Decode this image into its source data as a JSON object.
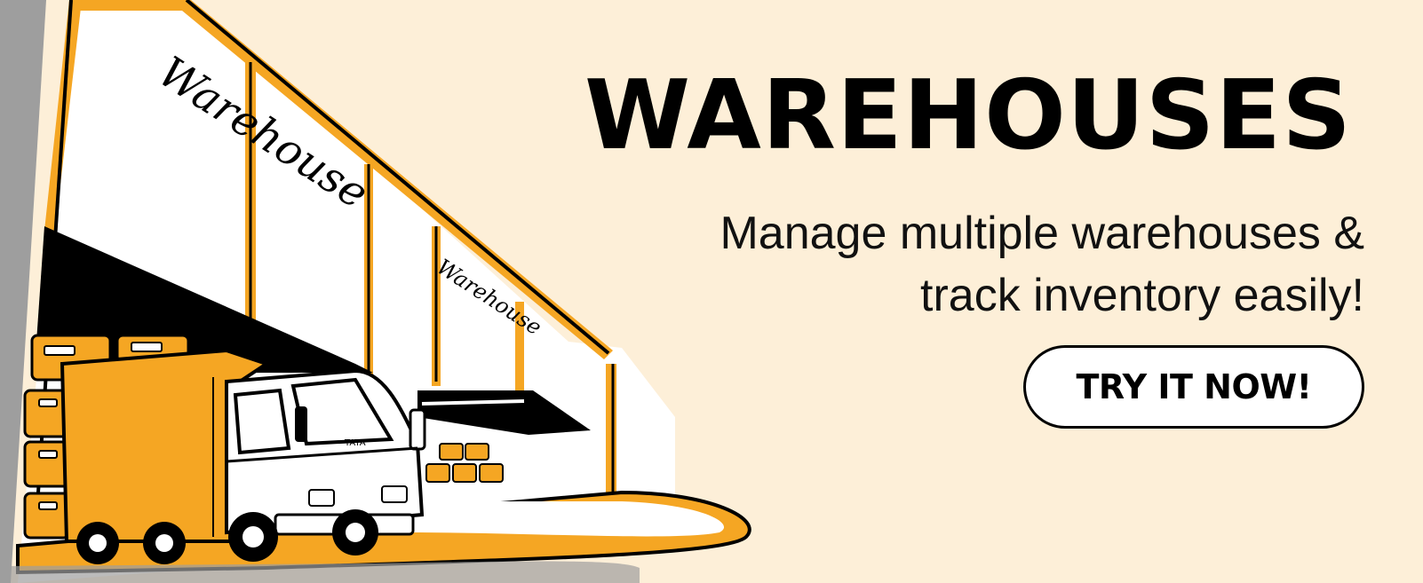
{
  "banner": {
    "title": "WAREHOUSES",
    "subtitle_line1": "Manage multiple warehouses &",
    "subtitle_line2": "track inventory easily!",
    "cta_label": "TRY IT NOW!"
  },
  "illustration": {
    "sign_text": "Warehouse",
    "truck_badge": "TATA"
  },
  "colors": {
    "background": "#fdefd8",
    "accent": "#f5a623",
    "ink": "#000000"
  }
}
